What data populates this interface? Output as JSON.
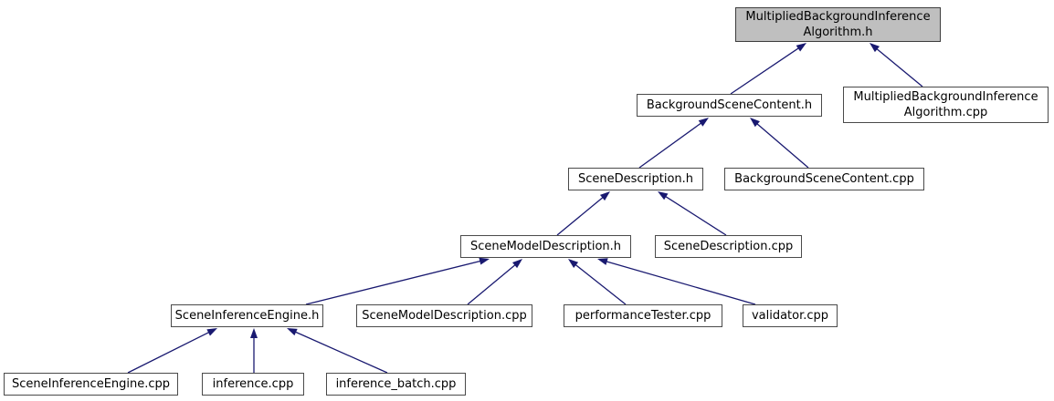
{
  "diagram": {
    "arrow_color": "#191970",
    "node_fill": "#ffffff",
    "node_border_color": "#4a4a4a",
    "highlighted_node_fill": "#bfbfbf",
    "nodes": [
      {
        "id": "MultipliedBackgroundInferenceAlgorithm.h",
        "label": "MultipliedBackgroundInference\nAlgorithm.h",
        "highlighted": true
      },
      {
        "id": "BackgroundSceneContent.h",
        "label": "BackgroundSceneContent.h",
        "highlighted": false
      },
      {
        "id": "MultipliedBackgroundInferenceAlgorithm.cpp",
        "label": "MultipliedBackgroundInference\nAlgorithm.cpp",
        "highlighted": false
      },
      {
        "id": "SceneDescription.h",
        "label": "SceneDescription.h",
        "highlighted": false
      },
      {
        "id": "BackgroundSceneContent.cpp",
        "label": "BackgroundSceneContent.cpp",
        "highlighted": false
      },
      {
        "id": "SceneModelDescription.h",
        "label": "SceneModelDescription.h",
        "highlighted": false
      },
      {
        "id": "SceneDescription.cpp",
        "label": "SceneDescription.cpp",
        "highlighted": false
      },
      {
        "id": "SceneInferenceEngine.h",
        "label": "SceneInferenceEngine.h",
        "highlighted": false
      },
      {
        "id": "SceneModelDescription.cpp",
        "label": "SceneModelDescription.cpp",
        "highlighted": false
      },
      {
        "id": "performanceTester.cpp",
        "label": "performanceTester.cpp",
        "highlighted": false
      },
      {
        "id": "validator.cpp",
        "label": "validator.cpp",
        "highlighted": false
      },
      {
        "id": "SceneInferenceEngine.cpp",
        "label": "SceneInferenceEngine.cpp",
        "highlighted": false
      },
      {
        "id": "inference.cpp",
        "label": "inference.cpp",
        "highlighted": false
      },
      {
        "id": "inference_batch.cpp",
        "label": "inference_batch.cpp",
        "highlighted": false
      }
    ],
    "edges": [
      {
        "from": "BackgroundSceneContent.h",
        "to": "MultipliedBackgroundInferenceAlgorithm.h"
      },
      {
        "from": "MultipliedBackgroundInferenceAlgorithm.cpp",
        "to": "MultipliedBackgroundInferenceAlgorithm.h"
      },
      {
        "from": "SceneDescription.h",
        "to": "BackgroundSceneContent.h"
      },
      {
        "from": "BackgroundSceneContent.cpp",
        "to": "BackgroundSceneContent.h"
      },
      {
        "from": "SceneModelDescription.h",
        "to": "SceneDescription.h"
      },
      {
        "from": "SceneDescription.cpp",
        "to": "SceneDescription.h"
      },
      {
        "from": "SceneInferenceEngine.h",
        "to": "SceneModelDescription.h"
      },
      {
        "from": "SceneModelDescription.cpp",
        "to": "SceneModelDescription.h"
      },
      {
        "from": "performanceTester.cpp",
        "to": "SceneModelDescription.h"
      },
      {
        "from": "validator.cpp",
        "to": "SceneModelDescription.h"
      },
      {
        "from": "SceneInferenceEngine.cpp",
        "to": "SceneInferenceEngine.h"
      },
      {
        "from": "inference.cpp",
        "to": "SceneInferenceEngine.h"
      },
      {
        "from": "inference_batch.cpp",
        "to": "SceneInferenceEngine.h"
      }
    ]
  }
}
